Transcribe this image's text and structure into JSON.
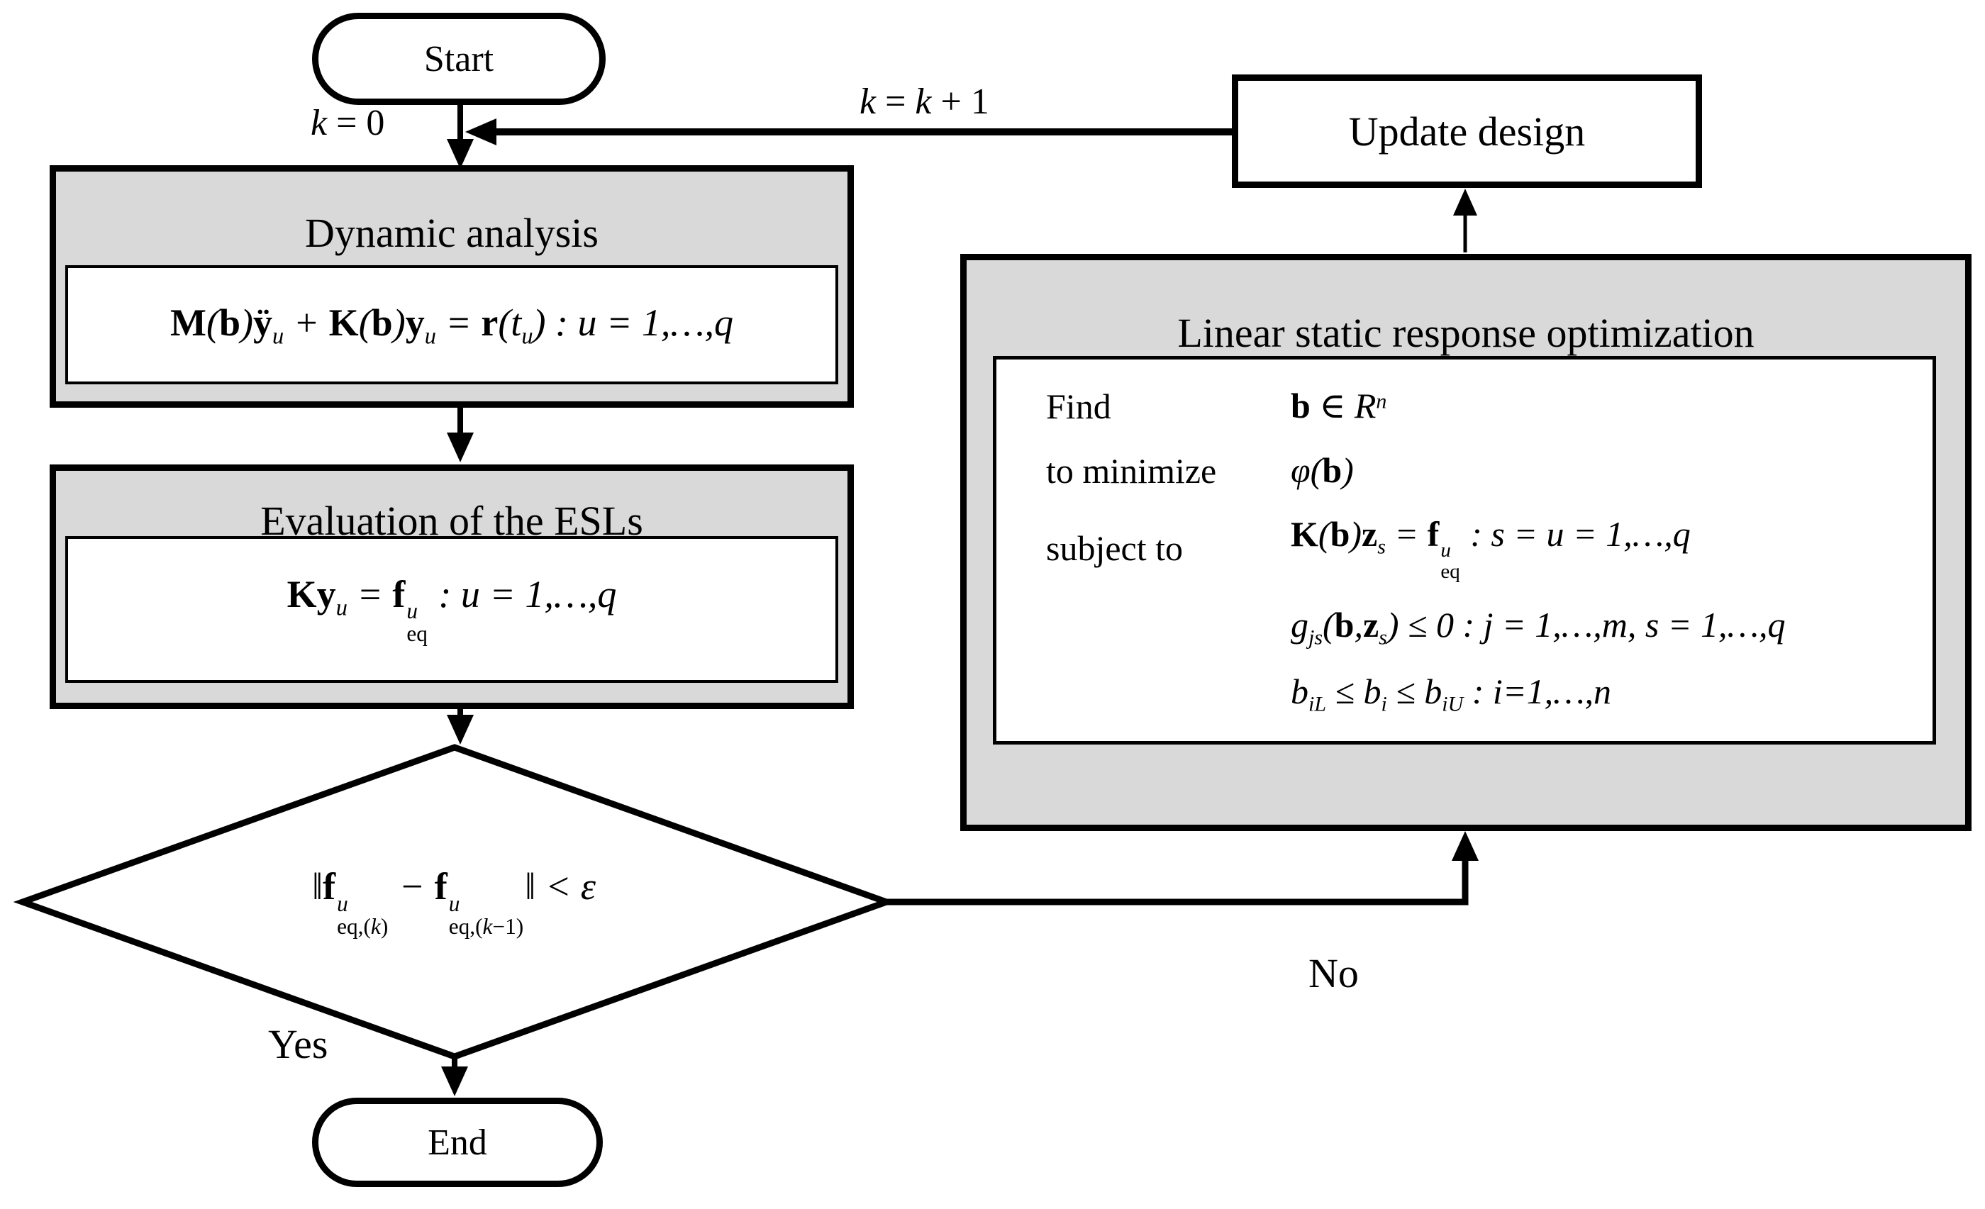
{
  "colors": {
    "box_fill": "#d9d9d9",
    "line": "#000000",
    "node_fill": "#ffffff"
  },
  "nodes": {
    "start": {
      "label": "Start"
    },
    "k0": {
      "label": "*k* = 0"
    },
    "update": {
      "label": "Update design"
    },
    "kk1": {
      "label": "*k* = *k* + 1"
    },
    "dynamic": {
      "title": "Dynamic analysis",
      "formula": "**M**(**b**)**ÿ**_{u} + **K**(**b**)**y**_{u} = **r**(t_{u}) :  u = 1,…,q"
    },
    "esl": {
      "title": "Evaluation of the ESLs",
      "formula": "**Ky**_{u} = **f**${u|eq} :  u = 1,…,q"
    },
    "decision": {
      "formula": "‖**f**${u|eq,(*k*)} − **f**${u|eq,(*k*−1)}‖ < ε",
      "yes_label": "Yes",
      "no_label": "No"
    },
    "optimization": {
      "title": "Linear static response optimization",
      "rows": [
        {
          "label": "Find",
          "formula": "**b** ∈ R^{n}"
        },
        {
          "label": "to minimize",
          "formula": "φ(**b**)"
        },
        {
          "label": "subject to",
          "formula": "**K**(**b**)**z**_{s} = **f**${u|eq} :  s = u = 1,…,q"
        },
        {
          "label": "",
          "formula": "g_{js}(**b**,**z**_{s}) ≤ 0 :  j = 1,…,m,  s = 1,…,q"
        },
        {
          "label": "",
          "formula": "b_{iL} ≤ b_{i} ≤ b_{iU} :  i=1,…,n"
        }
      ]
    },
    "end": {
      "label": "End"
    }
  }
}
